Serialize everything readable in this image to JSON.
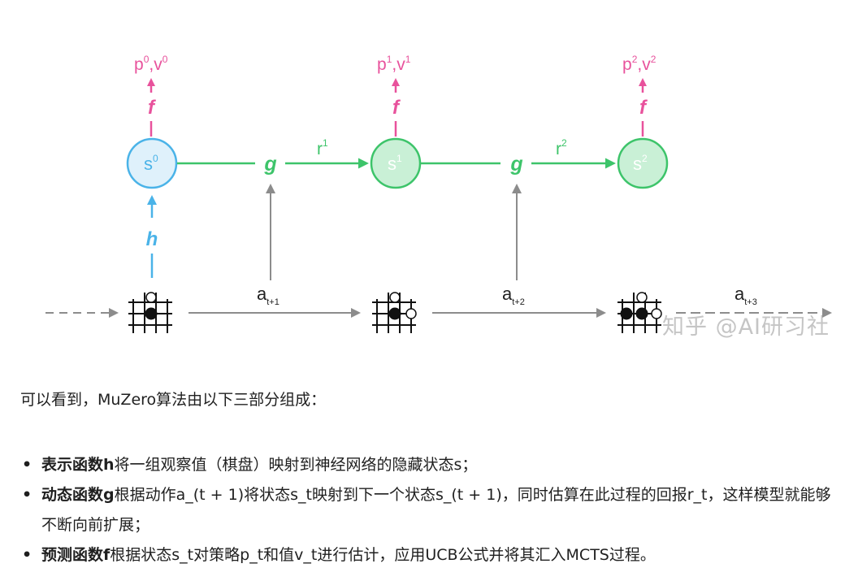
{
  "diagram": {
    "outputs": [
      {
        "p": "p",
        "p_sup": "0",
        "v": "v",
        "v_sup": "0"
      },
      {
        "p": "p",
        "p_sup": "1",
        "v": "v",
        "v_sup": "1"
      },
      {
        "p": "p",
        "p_sup": "2",
        "v": "v",
        "v_sup": "2"
      }
    ],
    "prediction_fn": "f",
    "dynamics_fn": "g",
    "representation_fn": "h",
    "states": [
      {
        "base": "s",
        "sup": "0"
      },
      {
        "base": "s",
        "sup": "1"
      },
      {
        "base": "s",
        "sup": "2"
      }
    ],
    "rewards": [
      {
        "base": "r",
        "sup": "1"
      },
      {
        "base": "r",
        "sup": "2"
      }
    ],
    "actions": [
      {
        "base": "a",
        "sub": "t+1"
      },
      {
        "base": "a",
        "sub": "t+2"
      },
      {
        "base": "a",
        "sub": "t+3"
      }
    ],
    "colors": {
      "prediction": "#e8529c",
      "representation": "#4ab3e8",
      "representation_fill": "#dff1fb",
      "dynamics": "#3dc46a",
      "dynamics_fill": "#c9f0d6",
      "action_arrow": "#8c8c8c",
      "board": "#111111"
    },
    "watermark": "知乎 @AI研习社"
  },
  "text": {
    "intro": "可以看到，MuZero算法由以下三部分组成：",
    "bullets": [
      {
        "dot": "•",
        "bold": "表示函数h",
        "rest": "将一组观察值（棋盘）映射到神经网络的隐藏状态s；"
      },
      {
        "dot": "•",
        "bold": "动态函数g",
        "rest": "根据动作a_(t + 1)将状态s_t映射到下一个状态s_(t + 1)，同时估算在此过程的回报r_t，这样模型就能够不断向前扩展；"
      },
      {
        "dot": "•",
        "bold": "预测函数f",
        "rest": "根据状态s_t对策略p_t和值v_t进行估计，应用UCB公式并将其汇入MCTS过程。"
      }
    ]
  }
}
